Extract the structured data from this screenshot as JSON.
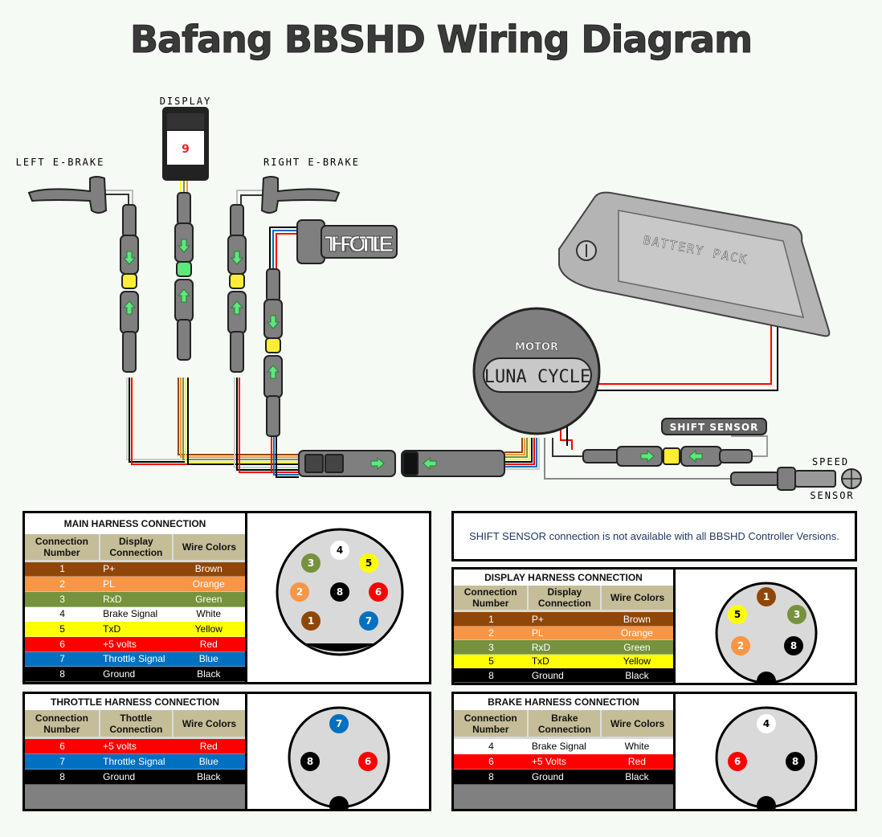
{
  "title": "Bafang BBSHD Wiring Diagram",
  "labels": {
    "display": "DISPLAY",
    "left_brake": "LEFT E-BRAKE",
    "right_brake": "RIGHT E-BRAKE",
    "throttle": "THROTTLE",
    "battery": "BATTERY PACK",
    "motor": "MOTOR",
    "motor_brand": "LUNA CYCLE",
    "shift_sensor": "SHIFT SENSOR",
    "speed_sensor_top": "SPEED",
    "speed_sensor_bottom": "SENSOR"
  },
  "colors": {
    "brown": "#8f4709",
    "orange": "#f79646",
    "green": "#76923c",
    "white": "#ffffff",
    "yellow": "#ffff00",
    "red": "#ff0000",
    "blue": "#0070c0",
    "black": "#000000",
    "header": "#c4bd97",
    "connector": "#7f7f7f",
    "arrow": "#5ee87a",
    "band_yellow": "#ffee33"
  },
  "note": "SHIFT SENSOR connection is not available with all BBSHD Controller Versions.",
  "tables": {
    "main": {
      "title": "MAIN HARNESS CONNECTION",
      "headers": [
        "Connection Number",
        "Display Connection",
        "Wire Colors"
      ],
      "rows": [
        {
          "num": "1",
          "conn": "P+",
          "wire": "Brown",
          "color": "brown"
        },
        {
          "num": "2",
          "conn": "PL",
          "wire": "Orange",
          "color": "orange"
        },
        {
          "num": "3",
          "conn": "RxD",
          "wire": "Green",
          "color": "green"
        },
        {
          "num": "4",
          "conn": "Brake Signal",
          "wire": "White",
          "color": "white"
        },
        {
          "num": "5",
          "conn": "TxD",
          "wire": "Yellow",
          "color": "yellow"
        },
        {
          "num": "6",
          "conn": "+5 volts",
          "wire": "Red",
          "color": "red"
        },
        {
          "num": "7",
          "conn": "Throttle Signal",
          "wire": "Blue",
          "color": "blue"
        },
        {
          "num": "8",
          "conn": "Ground",
          "wire": "Black",
          "color": "black"
        }
      ]
    },
    "display": {
      "title": "DISPLAY HARNESS CONNECTION",
      "headers": [
        "Connection Number",
        "Display Connection",
        "Wire Colors"
      ],
      "rows": [
        {
          "num": "1",
          "conn": "P+",
          "wire": "Brown",
          "color": "brown"
        },
        {
          "num": "2",
          "conn": "PL",
          "wire": "Orange",
          "color": "orange"
        },
        {
          "num": "3",
          "conn": "RxD",
          "wire": "Green",
          "color": "green"
        },
        {
          "num": "5",
          "conn": "TxD",
          "wire": "Yellow",
          "color": "yellow"
        },
        {
          "num": "8",
          "conn": "Ground",
          "wire": "Black",
          "color": "black"
        }
      ]
    },
    "throttle": {
      "title": "THROTTLE HARNESS CONNECTION",
      "headers": [
        "Connection Number",
        "Thottle Connection",
        "Wire Colors"
      ],
      "rows": [
        {
          "num": "6",
          "conn": "+5 volts",
          "wire": "Red",
          "color": "red"
        },
        {
          "num": "7",
          "conn": "Throttle Signal",
          "wire": "Blue",
          "color": "blue"
        },
        {
          "num": "8",
          "conn": "Ground",
          "wire": "Black",
          "color": "black"
        }
      ]
    },
    "brake": {
      "title": "BRAKE HARNESS CONNECTION",
      "headers": [
        "Connection Number",
        "Brake Connection",
        "Wire Colors"
      ],
      "rows": [
        {
          "num": "4",
          "conn": "Brake Signal",
          "wire": "White",
          "color": "white"
        },
        {
          "num": "6",
          "conn": "+5 Volts",
          "wire": "Red",
          "color": "red"
        },
        {
          "num": "8",
          "conn": "Ground",
          "wire": "Black",
          "color": "black"
        }
      ]
    }
  },
  "pinouts": {
    "main": [
      {
        "num": "4",
        "color": "white"
      },
      {
        "num": "3",
        "color": "green"
      },
      {
        "num": "5",
        "color": "yellow"
      },
      {
        "num": "2",
        "color": "orange"
      },
      {
        "num": "8",
        "color": "black"
      },
      {
        "num": "6",
        "color": "red"
      },
      {
        "num": "1",
        "color": "brown"
      },
      {
        "num": "7",
        "color": "blue"
      }
    ],
    "display": [
      {
        "num": "1",
        "color": "brown"
      },
      {
        "num": "5",
        "color": "yellow"
      },
      {
        "num": "3",
        "color": "green"
      },
      {
        "num": "2",
        "color": "orange"
      },
      {
        "num": "8",
        "color": "black"
      }
    ],
    "throttle": [
      {
        "num": "7",
        "color": "blue"
      },
      {
        "num": "8",
        "color": "black"
      },
      {
        "num": "6",
        "color": "red"
      }
    ],
    "brake": [
      {
        "num": "4",
        "color": "white"
      },
      {
        "num": "6",
        "color": "red"
      },
      {
        "num": "8",
        "color": "black"
      }
    ]
  }
}
